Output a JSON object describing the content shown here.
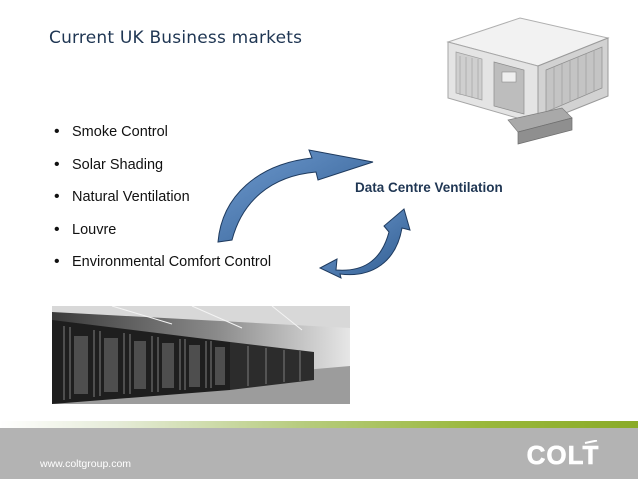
{
  "slide": {
    "title": "Current UK Business markets",
    "bullets": [
      "Smoke Control",
      "Solar Shading",
      "Natural Ventilation",
      "Louvre",
      "Environmental Comfort Control"
    ],
    "highlight": "Data Centre Ventilation"
  },
  "footer": {
    "url": "www.coltgroup.com",
    "logo_text": "COLT"
  },
  "colors": {
    "title": "#1f3653",
    "arrow": "#3f6fa6",
    "stripe_green": "#9ab83c",
    "footer_bg": "#b3b3b3"
  }
}
